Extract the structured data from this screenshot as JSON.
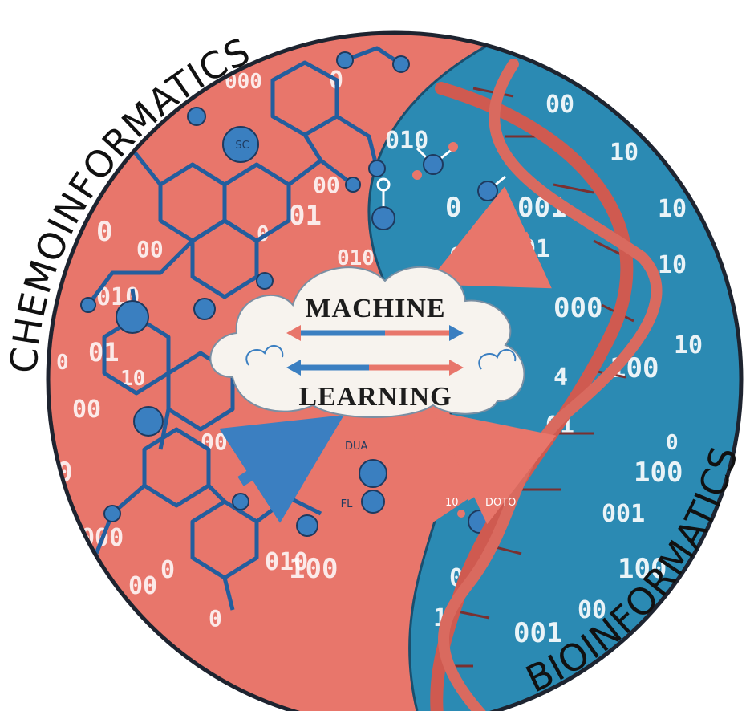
{
  "labels": {
    "left_arc": "CHEMOINFORMATICS",
    "right_arc": "BIOINFORMATICS"
  },
  "cloud": {
    "line1": "MACHINE",
    "line2": "LEARNING"
  },
  "colors": {
    "chem_bg": "#e8766b",
    "bio_bg": "#2b8ab3",
    "dna": "#cf5a50",
    "molecule_bonds": "#235e9e",
    "atom": "#3a7fc0",
    "cloud": "#f7f3ee",
    "arrow_blue": "#3b7fc1",
    "arrow_red": "#e8766b"
  },
  "binary_left": [
    "0",
    "00",
    "0",
    "010",
    "01",
    "00",
    "10",
    "0",
    "000",
    "00",
    "0",
    "010",
    "01",
    "00",
    "0",
    "00",
    "100",
    "0",
    "010",
    "0",
    "000",
    "0",
    "01",
    "00",
    "0"
  ],
  "binary_right": [
    "00",
    "0",
    "00",
    "010",
    "001",
    "10",
    "0",
    "01",
    "10",
    "000",
    "0",
    "10",
    "100",
    "01",
    "100",
    "001",
    "100",
    "00",
    "001",
    "0",
    "10",
    "4",
    "0",
    "10",
    "1"
  ],
  "tiny_labels": [
    "SC",
    "DUA",
    "FL",
    "DOTO",
    "10"
  ]
}
